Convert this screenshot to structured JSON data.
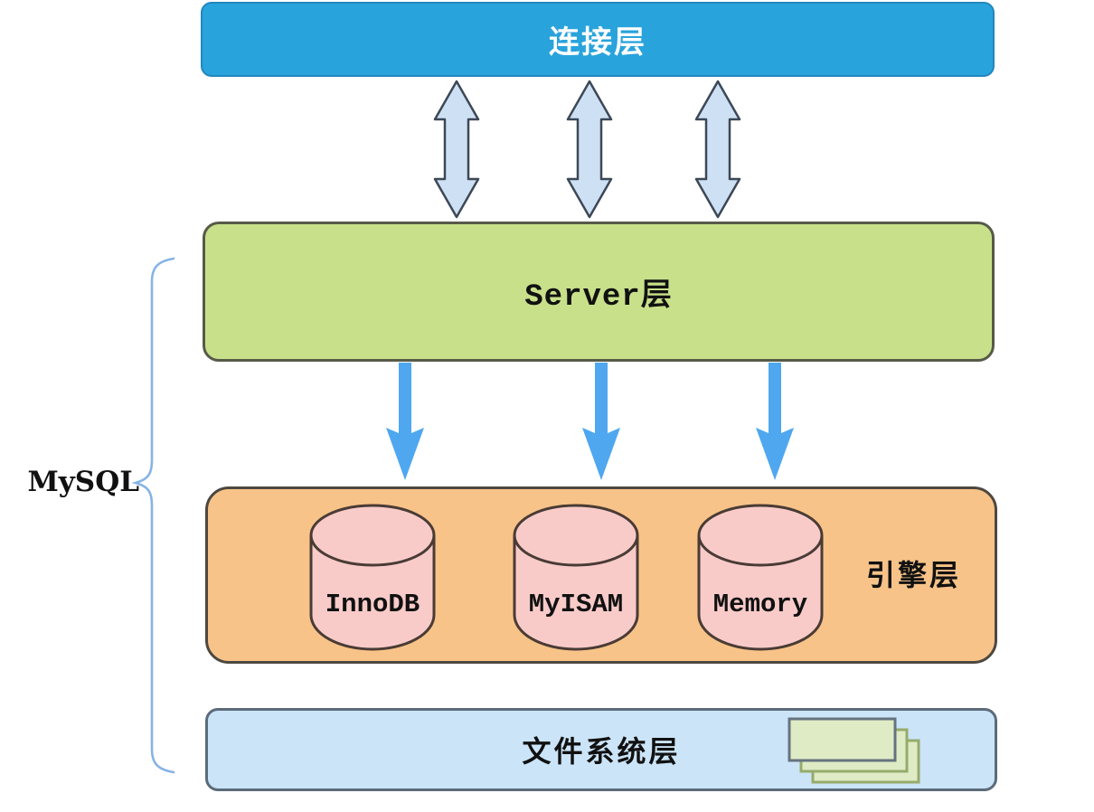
{
  "diagram": {
    "title": "MySQL architecture layers diagram",
    "bracket": {
      "label": "MySQL"
    },
    "layers": {
      "connection": {
        "label": "连接层",
        "fill": "#29A3DC"
      },
      "server": {
        "label": "Server层",
        "fill": "#C8E08A"
      },
      "engine": {
        "label": "引擎层",
        "fill": "#F8C388",
        "cylinder_fill": "#F8CBC9",
        "engines": [
          {
            "label": "InnoDB"
          },
          {
            "label": "MyISAM"
          },
          {
            "label": "Memory"
          }
        ]
      },
      "filesystem": {
        "label": "文件系统层",
        "fill": "#CBE4F8"
      }
    },
    "arrows": {
      "bidirectional_count": 3,
      "bidirectional_fill": "#CEE0F4",
      "bidirectional_stroke": "#3C4856",
      "down_count": 3,
      "down_fill": "#4FA7F0"
    },
    "icons": {
      "files_stack_fill": "#DFEBC5",
      "files_stack_back_border": "#96AB6B",
      "files_stack_front_border": "#66737F"
    },
    "brace_color": "#86B4E6"
  }
}
